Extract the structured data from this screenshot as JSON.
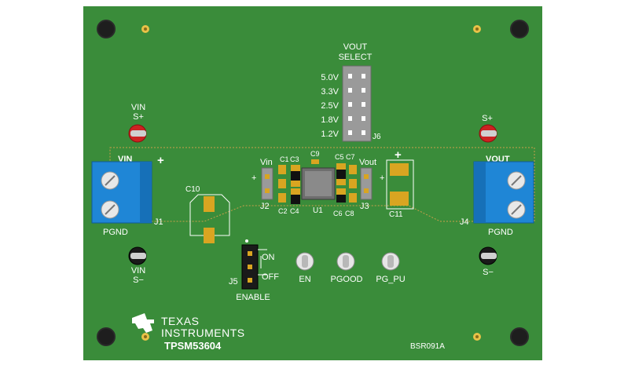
{
  "board": {
    "pcb_color": "#3a8c3a",
    "silkscreen_color": "#ffffff",
    "pad_color": "#d9a521",
    "terminal_color": "#1f86d6",
    "part_number": "TPSM53604",
    "board_id": "BSR091A"
  },
  "vout_select": {
    "title_line1": "VOUT",
    "title_line2": "SELECT",
    "ref": "J6",
    "options": [
      "5.0V",
      "3.3V",
      "2.5V",
      "1.8V",
      "1.2V"
    ]
  },
  "input": {
    "terminal_label": "VIN",
    "plus_mark": "+",
    "ground_label": "PGND",
    "ref": "J1",
    "sense_plus_line1": "VIN",
    "sense_plus_line2": "S+",
    "sense_minus_line1": "VIN",
    "sense_minus_line2": "S−"
  },
  "output": {
    "terminal_label": "VOUT",
    "ground_label": "PGND",
    "ref": "J4",
    "sense_plus": "S+",
    "sense_minus": "S−"
  },
  "components": {
    "j2_label": "Vin",
    "j2_ref": "J2",
    "j3_label": "Vout",
    "j3_ref": "J3",
    "c1": "C1",
    "c2": "C2",
    "c3": "C3",
    "c4": "C4",
    "c5": "C5",
    "c6": "C6",
    "c7": "C7",
    "c8": "C8",
    "c9": "C9",
    "c10": "C10",
    "c11": "C11",
    "u1": "U1",
    "plus_mark": "+"
  },
  "enable": {
    "on_label": "ON",
    "off_label": "OFF",
    "ref": "J5",
    "title": "ENABLE"
  },
  "test_points": {
    "en": "EN",
    "pgood": "PGOOD",
    "pg_pu": "PG_PU"
  },
  "logo": {
    "line1": "TEXAS",
    "line2": "INSTRUMENTS"
  }
}
